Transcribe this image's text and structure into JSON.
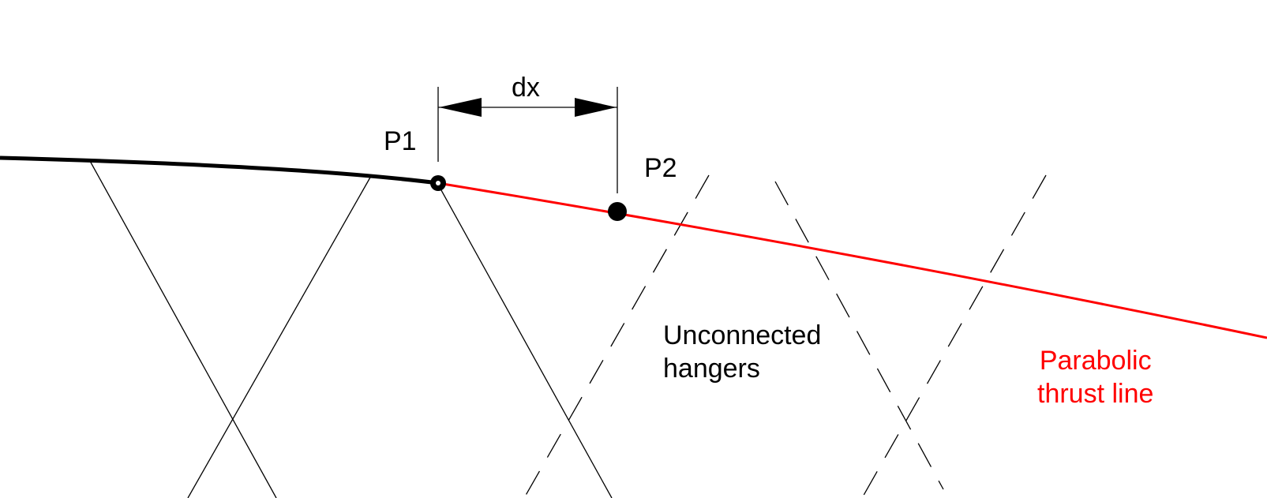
{
  "labels": {
    "p1": "P1",
    "p2": "P2",
    "dx": "dx",
    "unconnected_line1": "Unconnected",
    "unconnected_line2": "hangers",
    "parabolic_line1": "Parabolic",
    "parabolic_line2": "thrust line"
  },
  "colors": {
    "structure": "#000000",
    "thrust_line": "#ff0000",
    "background": "#ffffff"
  }
}
